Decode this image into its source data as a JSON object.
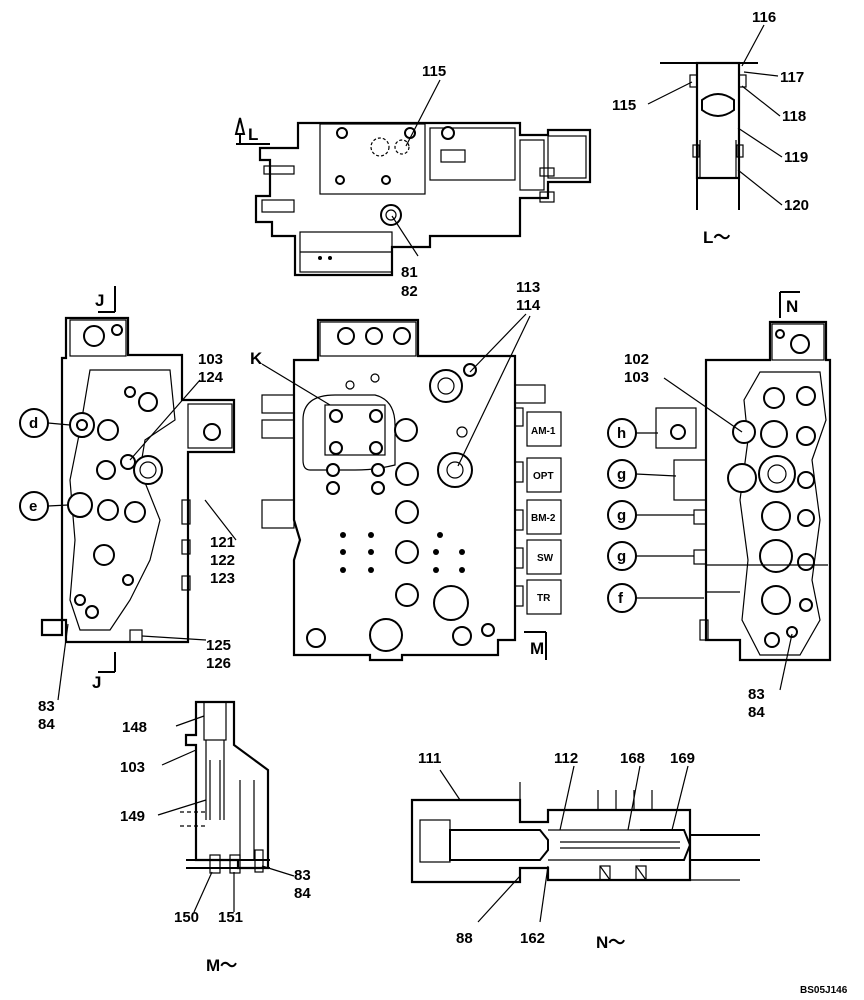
{
  "drawing_code": "BS05J146",
  "view_labels": {
    "L_arrow": "L",
    "L_section": "L～",
    "J_top": "J",
    "J_bottom": "J",
    "K": "K",
    "M_arrow": "M",
    "M_section": "M～",
    "N_arrow": "N",
    "N_section": "N～"
  },
  "callouts": {
    "p115_top": "115",
    "p81": "81",
    "p82": "82",
    "p116": "116",
    "p117": "117",
    "p115_side": "115",
    "p118": "118",
    "p119": "119",
    "p120": "120",
    "p113": "113",
    "p114": "114",
    "p103_left": "103",
    "p124": "124",
    "p121": "121",
    "p122": "122",
    "p123": "123",
    "p125": "125",
    "p126": "126",
    "p83_left": "83",
    "p84_left": "84",
    "p102": "102",
    "p103_right": "103",
    "p83_right": "83",
    "p84_right": "84",
    "p148": "148",
    "p103_m": "103",
    "p149": "149",
    "p150": "150",
    "p151": "151",
    "p83_m": "83",
    "p84_m": "84",
    "p111": "111",
    "p112": "112",
    "p168": "168",
    "p169": "169",
    "p88": "88",
    "p162": "162"
  },
  "circle_labels": {
    "d": "d",
    "e": "e",
    "h": "h",
    "g1": "g",
    "g2": "g",
    "g3": "g",
    "f": "f"
  },
  "port_labels": {
    "am1": "AM-1",
    "opt": "OPT",
    "bm2": "BM-2",
    "sw": "SW",
    "tr": "TR"
  }
}
